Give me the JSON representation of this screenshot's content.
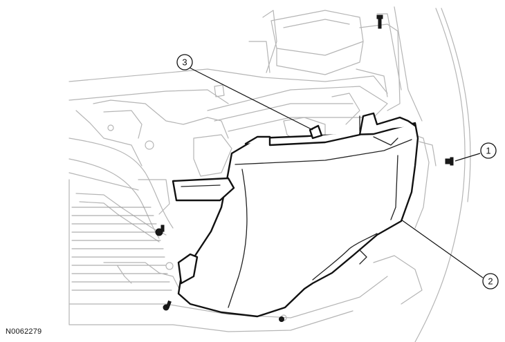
{
  "figure": {
    "id": "N0062279"
  },
  "callouts": [
    {
      "number": "1",
      "part": "screw"
    },
    {
      "number": "2",
      "part": "headlamp-assembly"
    },
    {
      "number": "3",
      "part": "electrical-connector"
    }
  ],
  "colors": {
    "background": "#ffffff",
    "context_lines": "#b5b5b5",
    "highlighted_part": "#111111"
  }
}
